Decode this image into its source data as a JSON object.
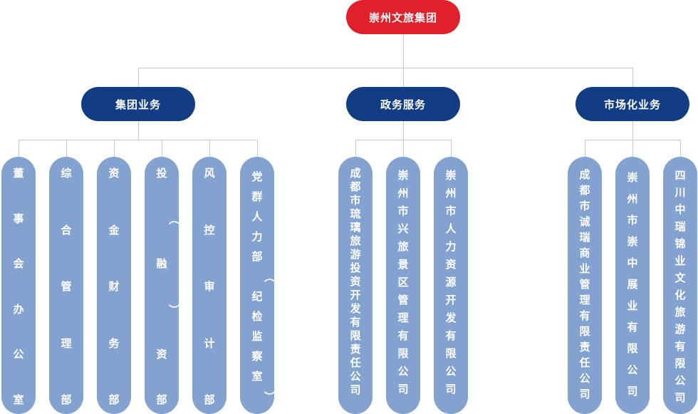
{
  "root": {
    "label": "崇州文旅集团"
  },
  "groups": [
    {
      "label": "集团业务",
      "children": [
        "董事会办公室",
        "综合管理部",
        "资金财务部",
        "投（融）资部",
        "风控审计部",
        "党群人力部（纪检监察室）"
      ]
    },
    {
      "label": "政务服务",
      "children": [
        "成都市琉璃旅游投资开发有限责任公司",
        "崇州市兴旅景区管理有限公司",
        "崇州市人力资源开发有限公司"
      ]
    },
    {
      "label": "市场化业务",
      "children": [
        "成都市诚瑞商业管理有限责任公司",
        "崇州市崇中展业有限公司",
        "四川中瑞锦业文化旅游有限公司"
      ]
    }
  ],
  "colors": {
    "root": "#e0202a",
    "group": "#123c84",
    "leaf": "#84a2d0",
    "line": "#c4c8cf"
  }
}
